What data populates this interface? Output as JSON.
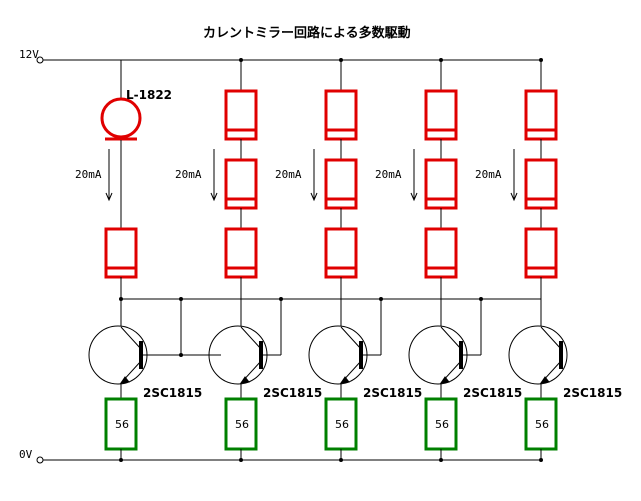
{
  "title": "カレントミラー回路による多数駆動",
  "supply": {
    "label": "12V"
  },
  "ground": {
    "label": "0V"
  },
  "lamp": {
    "label": "L-1822"
  },
  "currents": [
    "20mA",
    "20mA",
    "20mA",
    "20mA",
    "20mA"
  ],
  "transistors": [
    "2SC1815",
    "2SC1815",
    "2SC1815",
    "2SC1815",
    "2SC1815"
  ],
  "resistors": [
    "56",
    "56",
    "56",
    "56",
    "56"
  ],
  "colors": {
    "wire": "#000000",
    "led": "#e00000",
    "resistor": "#008000",
    "lamp": "#e00000"
  }
}
